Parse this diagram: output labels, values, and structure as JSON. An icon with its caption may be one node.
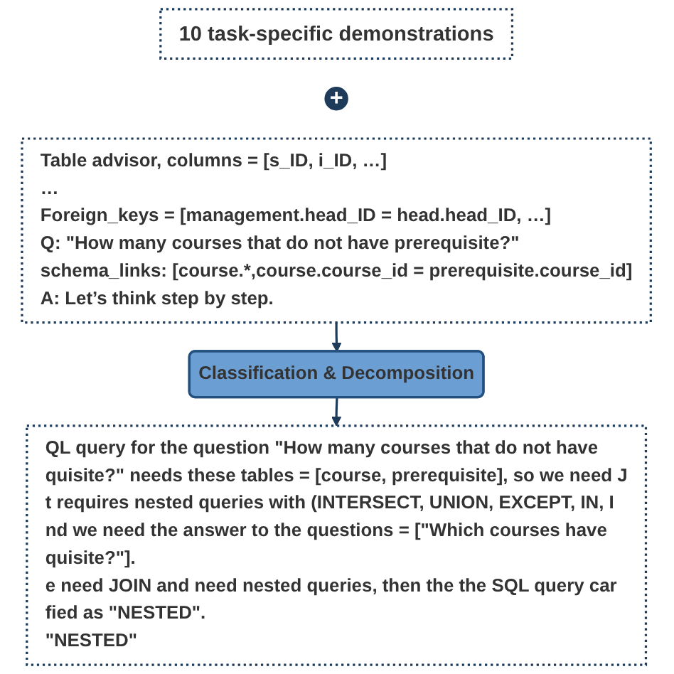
{
  "diagram": {
    "nodes": [
      {
        "text": [
          "10 task-specific demonstrations"
        ]
      },
      {
        "text": [
          "+"
        ]
      },
      {
        "text": [
          "Table advisor, columns = [s_ID, i_ID, …]",
          "…",
          "Foreign_keys = [management.head_ID = head.head_ID, …]",
          "Q: \"How many courses that do not have prerequisite?\"",
          "schema_links: [course.*,course.course_id = prerequisite.course_id]",
          "A: Let’s think step by step."
        ]
      },
      {
        "text": [
          "Classification & Decomposition"
        ]
      },
      {
        "text": [
          "QL query for the question \"How many courses that do not have",
          "quisite?\" needs these tables = [course, prerequisite], so we need J",
          "t requires nested queries with (INTERSECT, UNION, EXCEPT, IN, I",
          "nd we need the answer to the questions = [\"Which courses have",
          "quisite?\"].",
          "e need JOIN and need nested queries, then the the SQL query car",
          "fied as \"NESTED\".",
          "\"NESTED\""
        ]
      }
    ],
    "edges": [
      {
        "from": 2,
        "to": 3,
        "arrow": "to"
      },
      {
        "from": 3,
        "to": 4,
        "arrow": "to"
      }
    ]
  }
}
